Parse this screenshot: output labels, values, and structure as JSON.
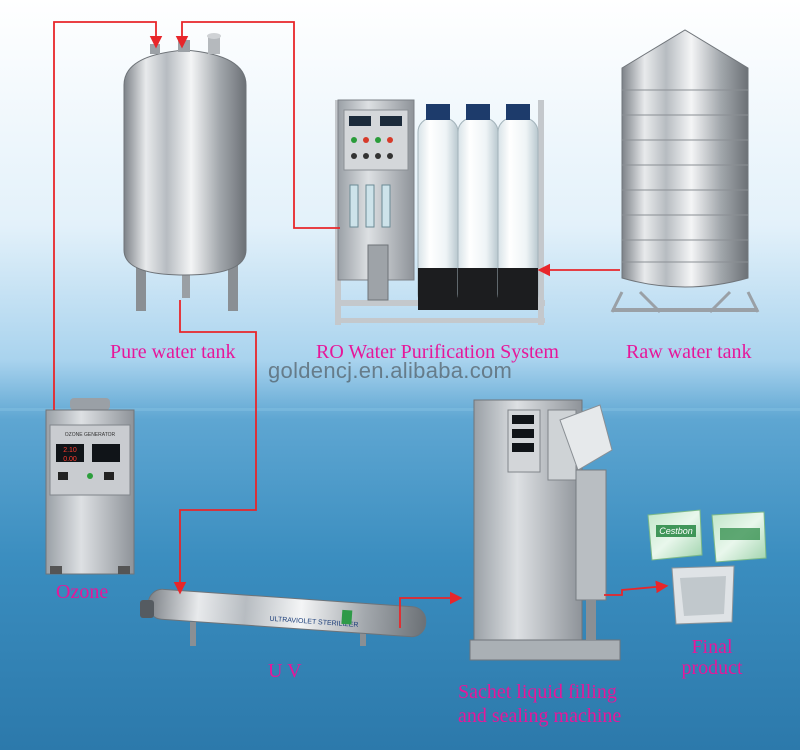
{
  "labels": {
    "pure_water_tank": "Pure water tank",
    "ro_system": "RO Water Purification System",
    "raw_water_tank": "Raw water tank",
    "ozone": "Ozone",
    "uv": "U V",
    "sachet_line1": "Sachet liquid filling",
    "sachet_line2": "and sealing machine",
    "final_line1": "Final",
    "final_line2": "product"
  },
  "watermark": "goldencj.en.alibaba.com",
  "equipment_text": {
    "ozone_panel": "OZONE GENERATOR",
    "ozone_readout_1": "2.10",
    "ozone_readout_2": "0.00",
    "uv_tube": "ULTRAVIOLET STERILIZER",
    "sachet_brand": "Cestbon"
  },
  "colors": {
    "label": "#e6179a",
    "flow_line": "#e8262a",
    "sky_top": "#9fd0ee",
    "sea": "#2f82b4"
  }
}
